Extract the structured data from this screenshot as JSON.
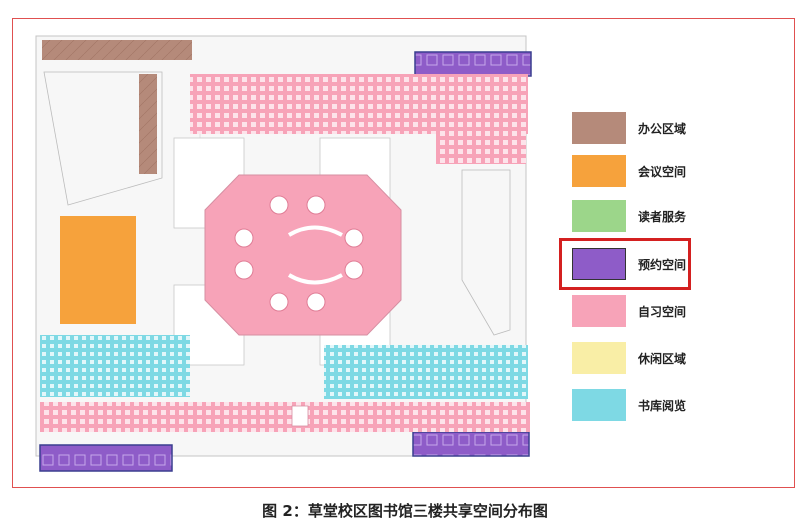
{
  "caption": "图 2：草堂校区图书馆三楼共享空间分布图",
  "colors": {
    "office": "#b58a7a",
    "meeting": "#f6a23c",
    "reader_service": "#9cd68a",
    "reservation": "#8e5cc8",
    "self_study": "#f7a3b8",
    "leisure": "#f9eea6",
    "reading": "#7ed9e4",
    "highlight": "#d42020",
    "frame": "#e05050"
  },
  "legend": [
    {
      "key": "office",
      "label": "办公区域",
      "color": "#b58a7a"
    },
    {
      "key": "meeting",
      "label": "会议空间",
      "color": "#f6a23c"
    },
    {
      "key": "reader_service",
      "label": "读者服务",
      "color": "#9cd68a"
    },
    {
      "key": "reservation",
      "label": "预约空间",
      "color": "#8e5cc8",
      "highlighted": true
    },
    {
      "key": "self_study",
      "label": "自习空间",
      "color": "#f7a3b8"
    },
    {
      "key": "leisure",
      "label": "休闲区域",
      "color": "#f9eea6"
    },
    {
      "key": "reading",
      "label": "书库阅览",
      "color": "#7ed9e4"
    }
  ]
}
